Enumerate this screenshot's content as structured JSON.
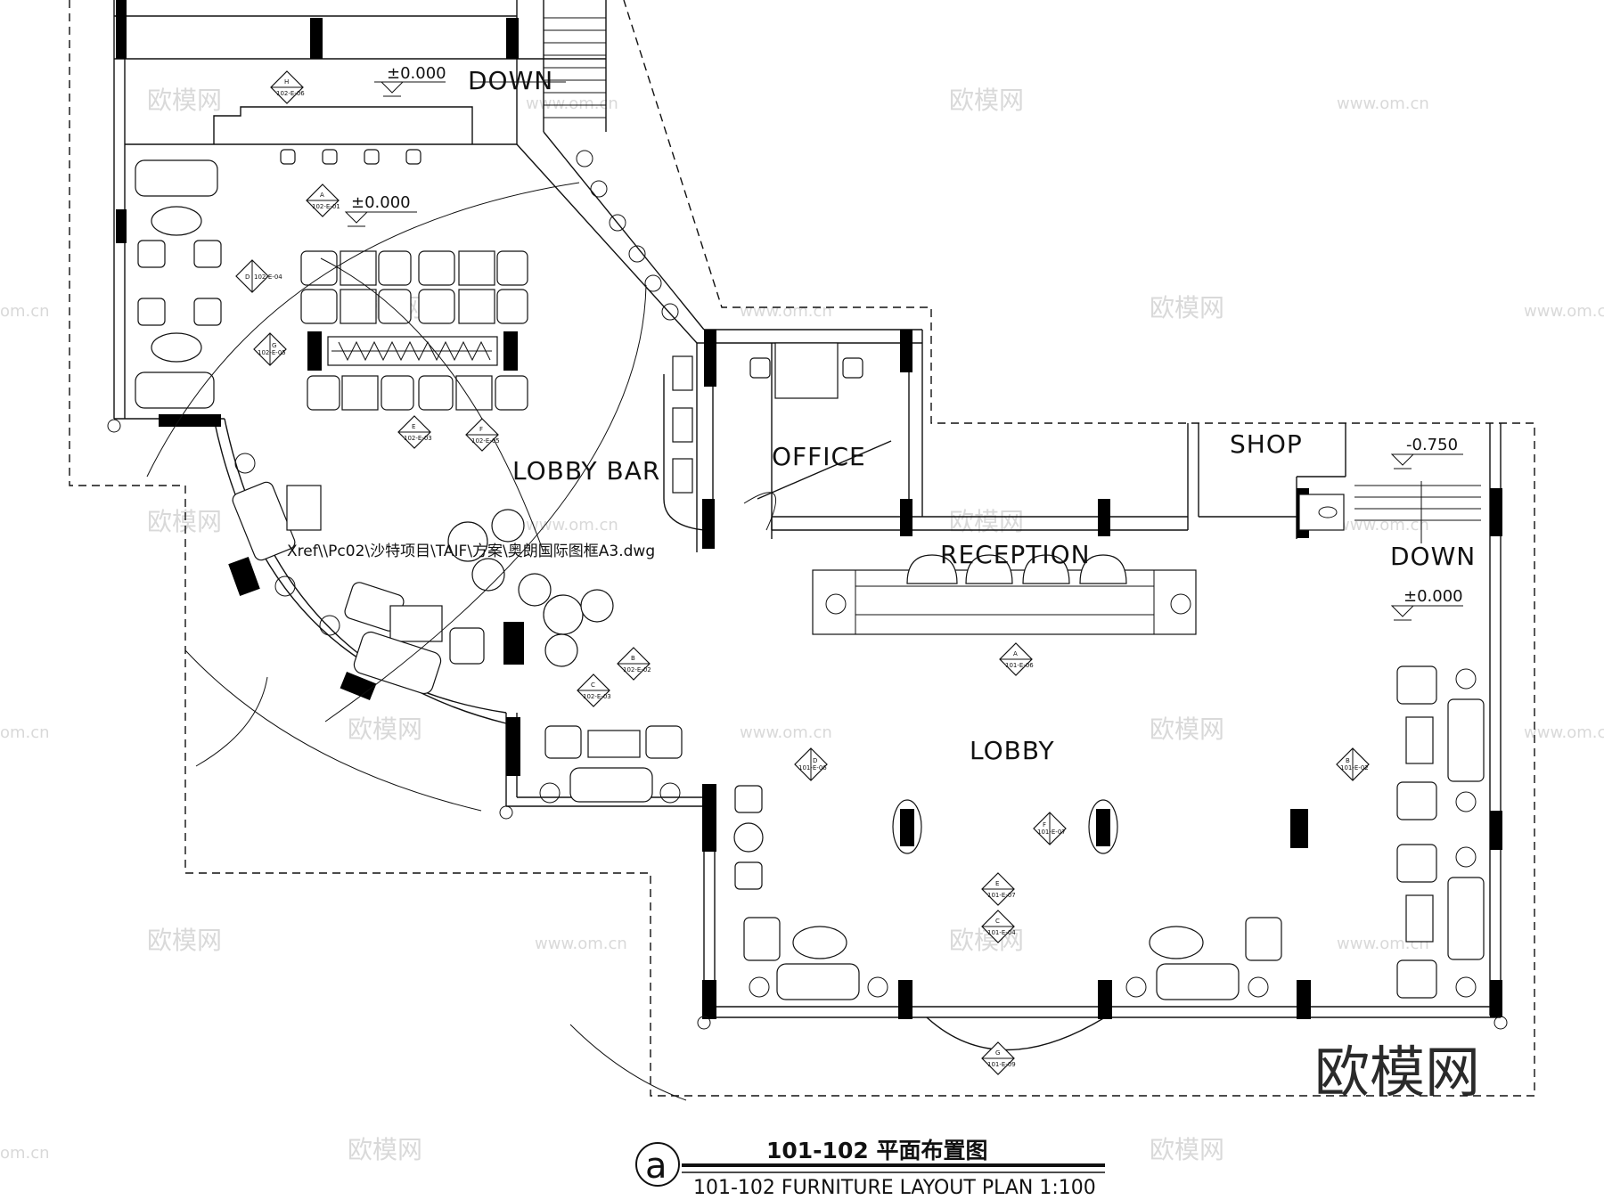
{
  "rooms": {
    "lobby_bar": "LOBBY BAR",
    "office": "OFFICE",
    "shop": "SHOP",
    "reception": "RECEPTION",
    "lobby": "LOBBY"
  },
  "stairs": {
    "down_top": "DOWN",
    "down_right": "DOWN"
  },
  "levels": {
    "top": "±0.000",
    "bar": "±0.000",
    "shop": "-0.750",
    "lobby": "±0.000"
  },
  "xref_note": "Xref\\\\Pc02\\沙特项目\\TAIF\\方案\\奥朗国际图框A3.dwg",
  "section_marks": [
    {
      "letter": "H",
      "ref": "102-E-06"
    },
    {
      "letter": "A",
      "ref": "102-E-01"
    },
    {
      "letter": "D",
      "ref": "102-E-04"
    },
    {
      "letter": "G",
      "ref": "102-E-05"
    },
    {
      "letter": "E",
      "ref": "102-E-03"
    },
    {
      "letter": "F",
      "ref": "102-E-05"
    },
    {
      "letter": "B",
      "ref": "102-E-02"
    },
    {
      "letter": "C",
      "ref": "102-E-03"
    },
    {
      "letter": "A",
      "ref": "101-E-06"
    },
    {
      "letter": "D",
      "ref": "101-E-06"
    },
    {
      "letter": "B",
      "ref": "101-E-02"
    },
    {
      "letter": "F",
      "ref": "101-E-07"
    },
    {
      "letter": "E",
      "ref": "101-E-07"
    },
    {
      "letter": "C",
      "ref": "101-E-04"
    },
    {
      "letter": "G",
      "ref": "101-E-09"
    }
  ],
  "title_block": {
    "badge": "a",
    "title_cn": "101-102 平面布置图",
    "title_en": "101-102 FURNITURE LAYOUT PLAN 1:100"
  },
  "watermark": {
    "brand": "欧模网",
    "url": "www.om.cn",
    "short": "om.cn"
  },
  "colors": {
    "ink": "#111111",
    "watermark": "#d9d9d9",
    "background": "#ffffff"
  }
}
